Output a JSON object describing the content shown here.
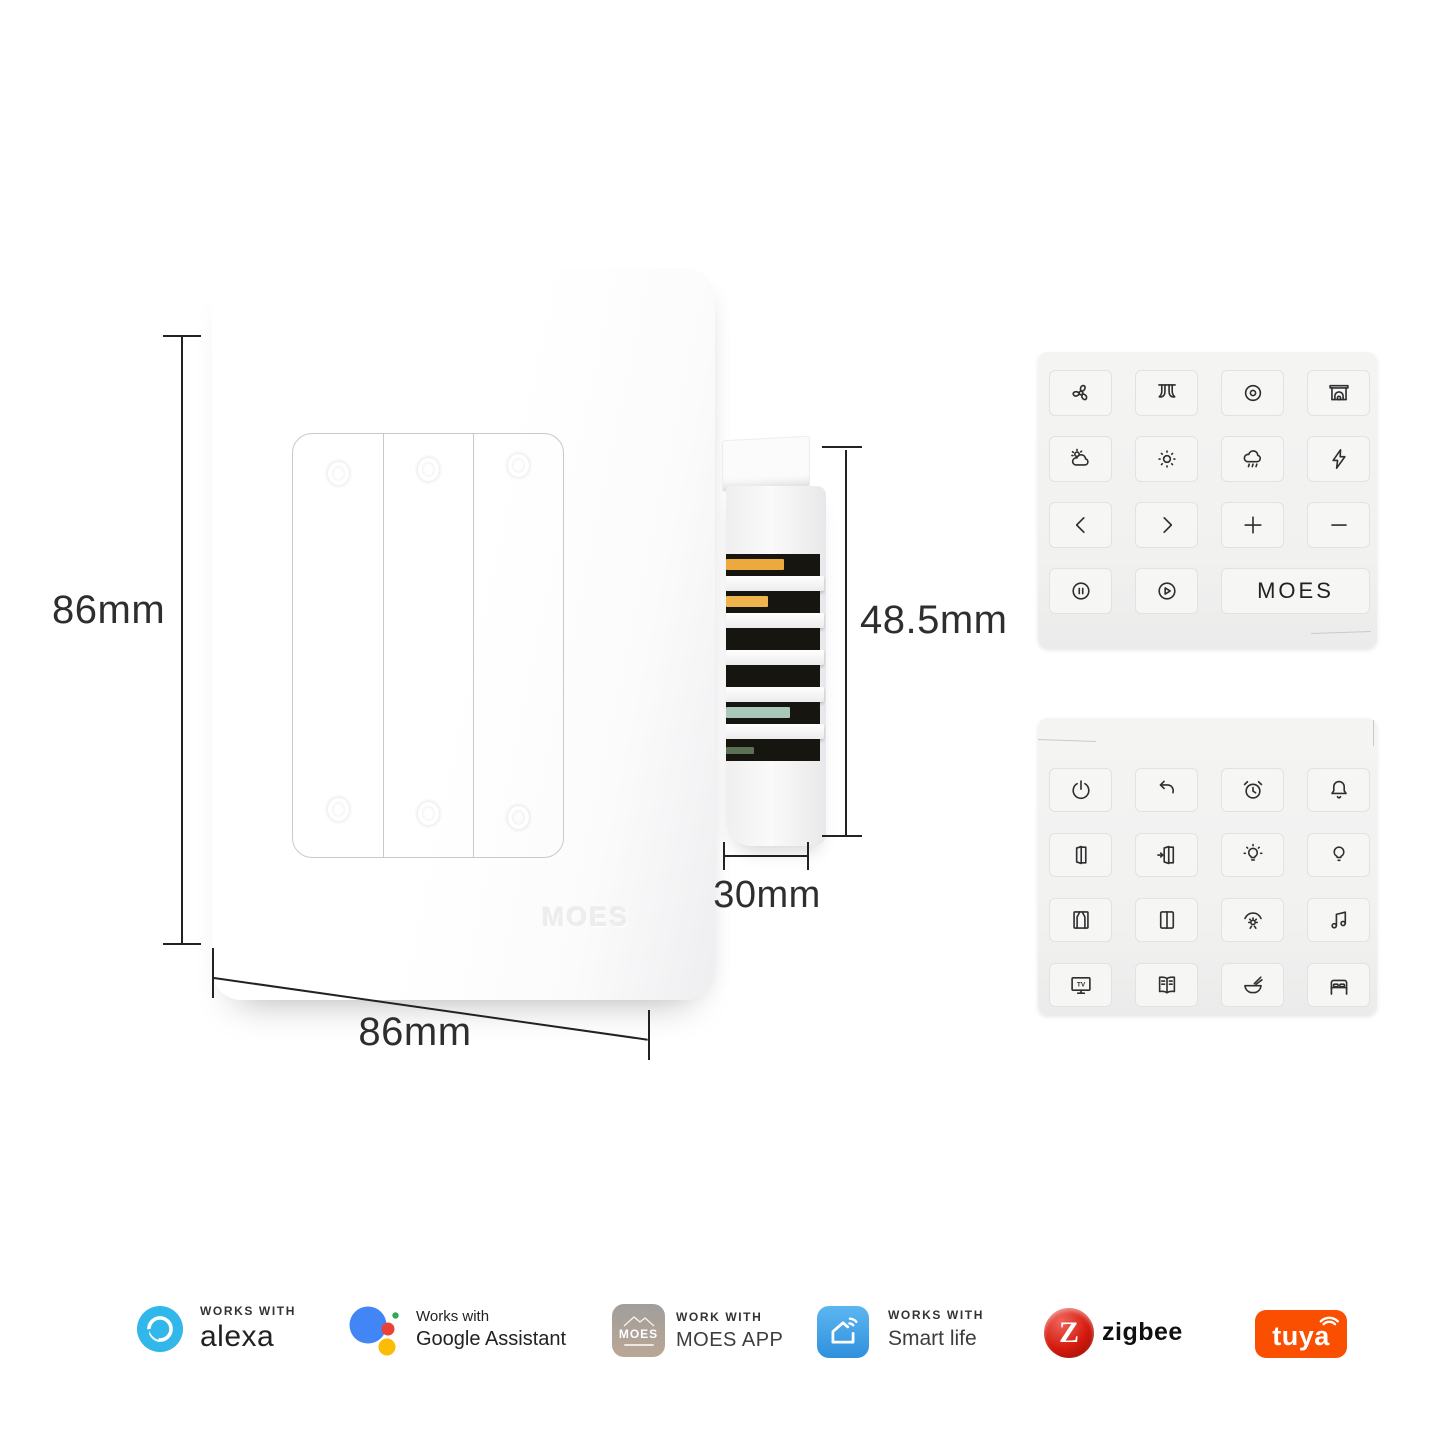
{
  "product": {
    "brand": "MOES",
    "embossed_logo": "MOES"
  },
  "dimensions": {
    "height_label": "86mm",
    "width_label": "86mm",
    "depth_label": "48.5mm",
    "module_width_label": "30mm"
  },
  "icon_panels": {
    "panel_top": {
      "rows": [
        [
          {
            "icon": "fan-icon"
          },
          {
            "icon": "curtain-icon"
          },
          {
            "icon": "speaker-icon"
          },
          {
            "icon": "fireplace-icon"
          }
        ],
        [
          {
            "icon": "cloud-sun-icon"
          },
          {
            "icon": "sun-icon"
          },
          {
            "icon": "rain-icon"
          },
          {
            "icon": "lightning-icon"
          }
        ],
        [
          {
            "icon": "chevron-left-icon"
          },
          {
            "icon": "chevron-right-icon"
          },
          {
            "icon": "plus-icon"
          },
          {
            "icon": "minus-icon"
          }
        ],
        [
          {
            "icon": "pause-icon"
          },
          {
            "icon": "play-icon"
          },
          {
            "logo": "MOES",
            "span": 2
          }
        ]
      ]
    },
    "panel_bottom": {
      "rows": [
        [
          {
            "icon": "power-icon"
          },
          {
            "icon": "undo-icon"
          },
          {
            "icon": "alarm-clock-icon"
          },
          {
            "icon": "bell-icon"
          }
        ],
        [
          {
            "icon": "door-open-icon"
          },
          {
            "icon": "door-enter-icon"
          },
          {
            "icon": "bulb-on-icon"
          },
          {
            "icon": "bulb-icon"
          }
        ],
        [
          {
            "icon": "window-pleat-icon"
          },
          {
            "icon": "curtain-closed-icon"
          },
          {
            "icon": "home-theater-icon"
          },
          {
            "icon": "music-icon"
          }
        ],
        [
          {
            "icon": "tv-icon"
          },
          {
            "icon": "book-icon"
          },
          {
            "icon": "meal-icon"
          },
          {
            "icon": "bed-icon"
          }
        ]
      ]
    }
  },
  "badges": [
    {
      "id": "alexa",
      "line1": "WORKS WITH",
      "line2": "alexa"
    },
    {
      "id": "google-assistant",
      "line1": "Works with",
      "line2": "Google Assistant"
    },
    {
      "id": "moes-app",
      "line1": "WORK WITH",
      "line2": "MOES APP",
      "icon_label": "MOES"
    },
    {
      "id": "smart-life",
      "line1": "WORKS WITH",
      "line2": "Smart life"
    },
    {
      "id": "zigbee",
      "label": "zigbee",
      "icon_letter": "Z"
    },
    {
      "id": "tuya",
      "label": "tuya"
    }
  ],
  "colors": {
    "alexa_blue": "#31B7E9",
    "google_blue": "#4285F4",
    "google_red": "#EA4335",
    "google_yellow": "#FBBC05",
    "google_green": "#34A853",
    "smart_life_blue": "#3D9EE9",
    "zigbee_red": "#D41A0E",
    "tuya_orange": "#FA4F00",
    "copper_terminal": "#EBA93E",
    "pcb_teal": "#A8C8BA"
  }
}
